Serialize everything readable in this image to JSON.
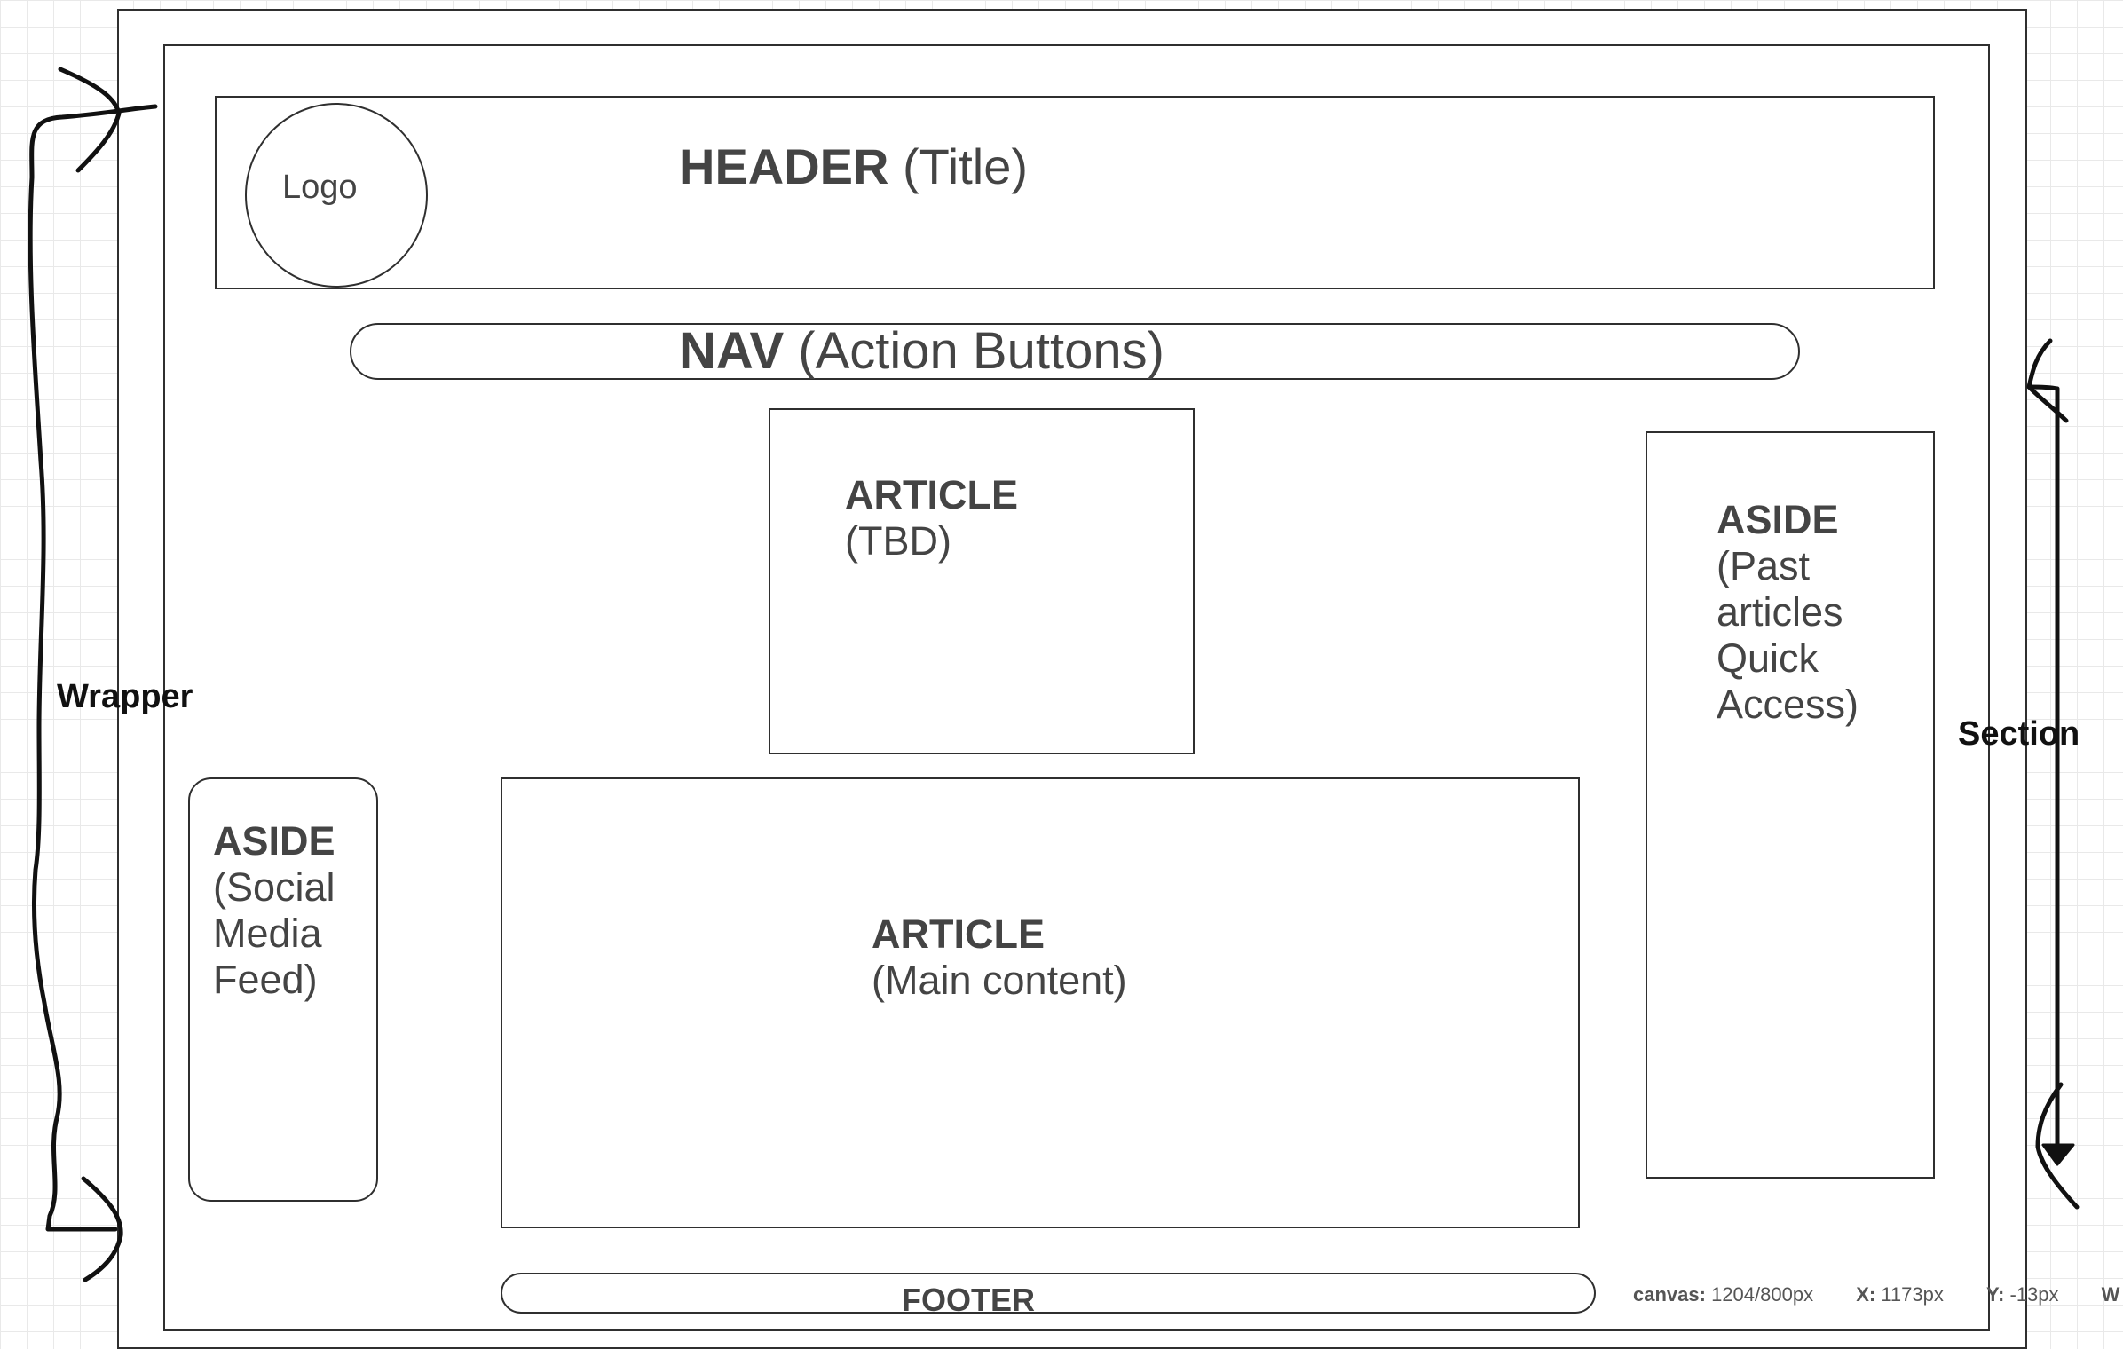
{
  "header": {
    "title_bold": "HEADER",
    "title_rest": "(Title)",
    "logo": "Logo"
  },
  "nav": {
    "bold": "NAV",
    "rest": "(Action Buttons)"
  },
  "article_tbd": {
    "bold": "ARTICLE",
    "rest": "(TBD)"
  },
  "aside_right": {
    "bold": "ASIDE",
    "lines": [
      "(Past",
      "articles",
      "Quick",
      "Access)"
    ]
  },
  "aside_left": {
    "bold": "ASIDE",
    "lines": [
      "(Social",
      "Media",
      "Feed)"
    ]
  },
  "article_main": {
    "bold": "ARTICLE",
    "rest": "(Main content)"
  },
  "footer": {
    "label": "FOOTER"
  },
  "annotations": {
    "wrapper": "Wrapper",
    "section": "Section"
  },
  "status": {
    "canvas_key": "canvas:",
    "canvas_val": "1204/800px",
    "x_key": "X:",
    "x_val": "1173px",
    "y_key": "Y:",
    "y_val": "-13px",
    "w_key": "W"
  }
}
